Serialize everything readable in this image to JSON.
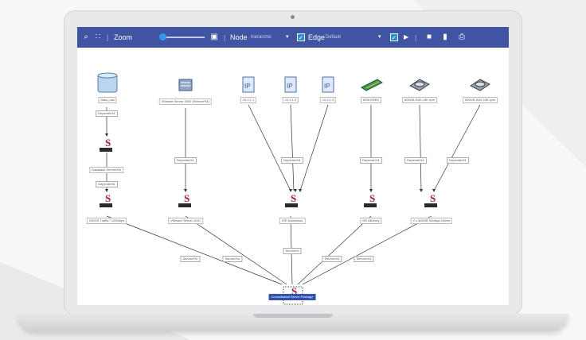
{
  "toolbar": {
    "zoom_label": "Zoom",
    "node_label": "Node",
    "node_select": "hierarchic",
    "edge_label": "Edge",
    "edge_select": "Default",
    "colors": {
      "bar": "#4054a3",
      "checkbox": "#1f8fe8"
    }
  },
  "graph": {
    "nodes": [
      {
        "id": "db",
        "icon": "database-icon",
        "label": "Data_Lab"
      },
      {
        "id": "server",
        "icon": "server-icon",
        "label": "VMware Server 2000 (Service%1)"
      },
      {
        "id": "ip1",
        "icon": "ip-document-icon",
        "label": "10.2.1.1"
      },
      {
        "id": "ip2",
        "icon": "ip-document-icon",
        "label": "10.2.1.2"
      },
      {
        "id": "ip3",
        "icon": "ip-document-icon",
        "label": "10.2.1.3"
      },
      {
        "id": "ram",
        "icon": "memory-module-icon",
        "label": "8GB DDR2"
      },
      {
        "id": "hdd1",
        "icon": "hard-disk-icon",
        "label": "800GB SAS 15K rpm"
      },
      {
        "id": "hdd2",
        "icon": "hard-disk-icon",
        "label": "800GB SAS 15K rpm"
      },
      {
        "id": "svc1",
        "icon": "service-icon",
        "label": "Database Service%1"
      },
      {
        "id": "svc2",
        "icon": "service-icon",
        "label": "GWOS Traffic / 100Mbps"
      },
      {
        "id": "svc3",
        "icon": "service-icon",
        "label": "VMware Server 1010"
      },
      {
        "id": "svc4",
        "icon": "service-icon",
        "label": "IOP Addresses"
      },
      {
        "id": "svc5",
        "icon": "service-icon",
        "label": "HD Memory"
      },
      {
        "id": "svc6",
        "icon": "service-icon",
        "label": "2 x 800GB Storage Drives"
      },
      {
        "id": "root",
        "icon": "service-icon",
        "label": "Consolidated Server Package"
      }
    ],
    "edge_labels": {
      "depends": "Depends%1",
      "service": "Service%1",
      "service_short": "Service%"
    }
  }
}
